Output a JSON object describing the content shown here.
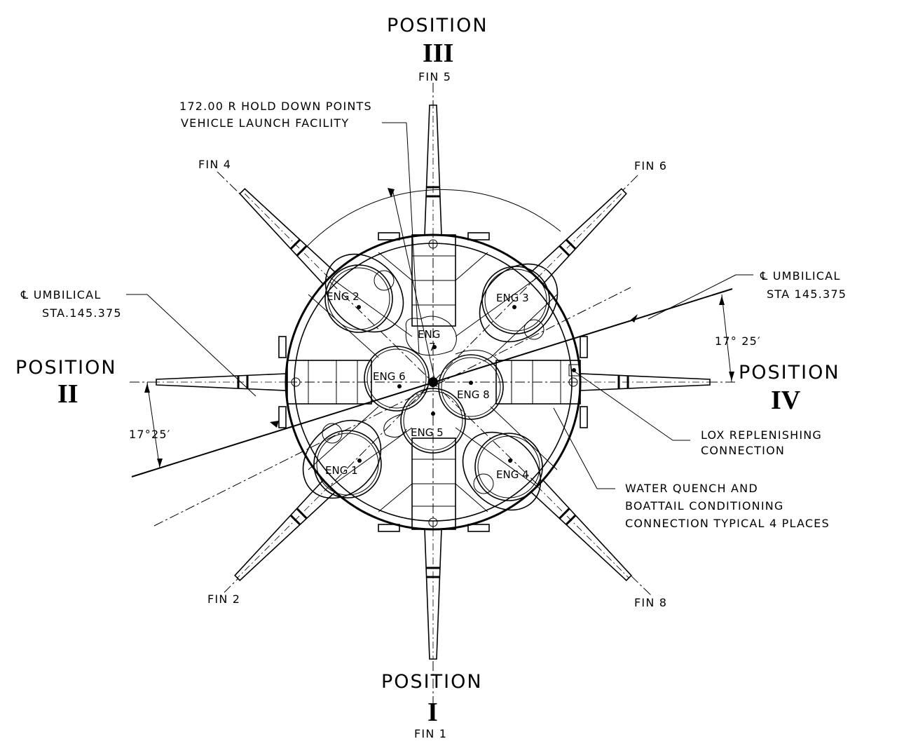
{
  "positions": {
    "p1": {
      "word": "POSITION",
      "numeral": "I",
      "fin": "FIN 1"
    },
    "p2": {
      "word": "POSITION",
      "numeral": "II"
    },
    "p3": {
      "word": "POSITION",
      "numeral": "III",
      "fin": "FIN 5"
    },
    "p4": {
      "word": "POSITION",
      "numeral": "IV"
    }
  },
  "fins": {
    "fin2": "FIN 2",
    "fin4": "FIN 4",
    "fin6": "FIN 6",
    "fin8": "FIN 8"
  },
  "engines": {
    "eng1": "ENG 1",
    "eng2": "ENG 2",
    "eng3": "ENG 3",
    "eng4": "ENG 4",
    "eng5": "ENG 5",
    "eng6": "ENG 6",
    "eng7_line1": "ENG",
    "eng7_line2": "7",
    "eng8": "ENG 8"
  },
  "callouts": {
    "hold_down_line1": "172.00 R HOLD DOWN POINTS",
    "hold_down_line2": "VEHICLE LAUNCH FACILITY",
    "umbilical_left_line1": "℄ UMBILICAL",
    "umbilical_left_line2": "STA.145.375",
    "umbilical_right_line1": "℄ UMBILICAL",
    "umbilical_right_line2": "STA 145.375",
    "angle_left": "17°25′",
    "angle_right": "17° 25′",
    "lox_line1": "LOX REPLENISHING",
    "lox_line2": "CONNECTION",
    "water_line1": "WATER QUENCH AND",
    "water_line2": "BOATTAIL CONDITIONING",
    "water_line3": "CONNECTION TYPICAL 4 PLACES"
  }
}
